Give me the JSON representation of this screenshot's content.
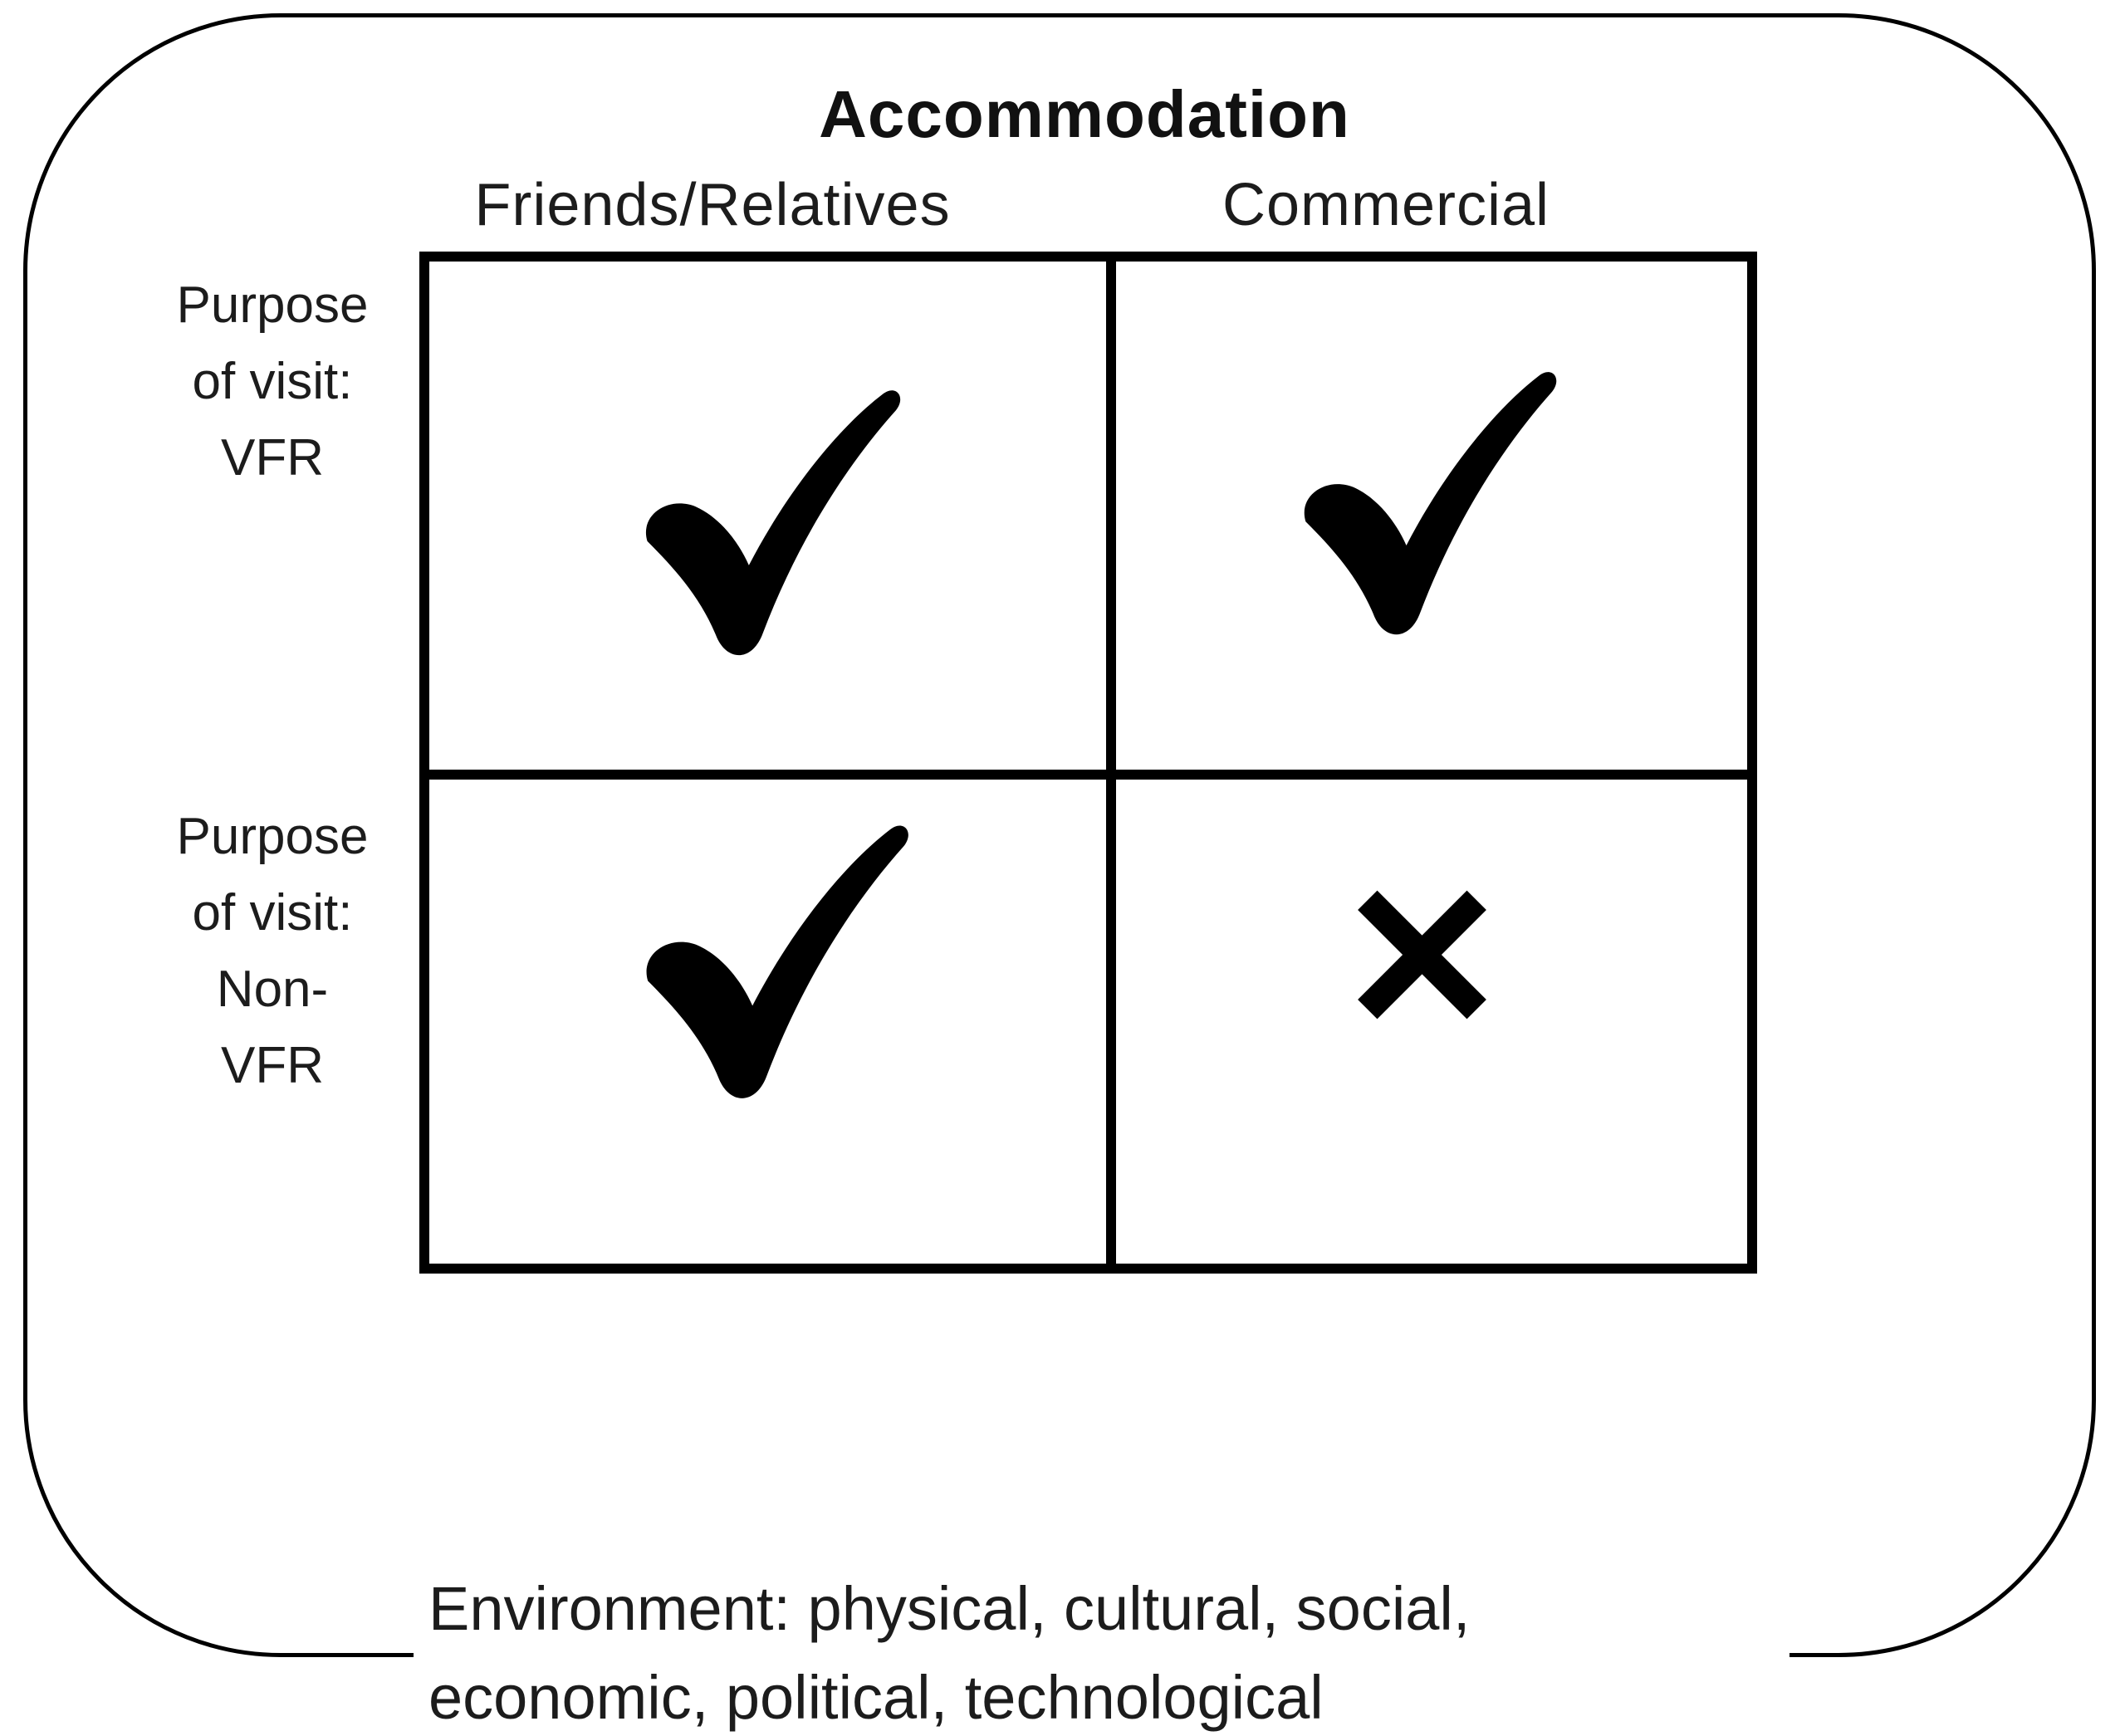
{
  "figure": {
    "title": "Accommodation",
    "columns": [
      "Friends/Relatives",
      "Commercial"
    ],
    "rows": [
      {
        "label_lines": [
          "Purpose",
          "of visit:",
          "VFR"
        ]
      },
      {
        "label_lines": [
          "Purpose",
          "of visit:",
          "Non-",
          "VFR"
        ]
      }
    ],
    "cells": [
      [
        "check",
        "check"
      ],
      [
        "check",
        "cross"
      ]
    ],
    "footer_lines": [
      "Environment: physical, cultural, social,",
      "economic, political, technological"
    ],
    "colors": {
      "ink": "#000000",
      "background": "#ffffff"
    }
  }
}
